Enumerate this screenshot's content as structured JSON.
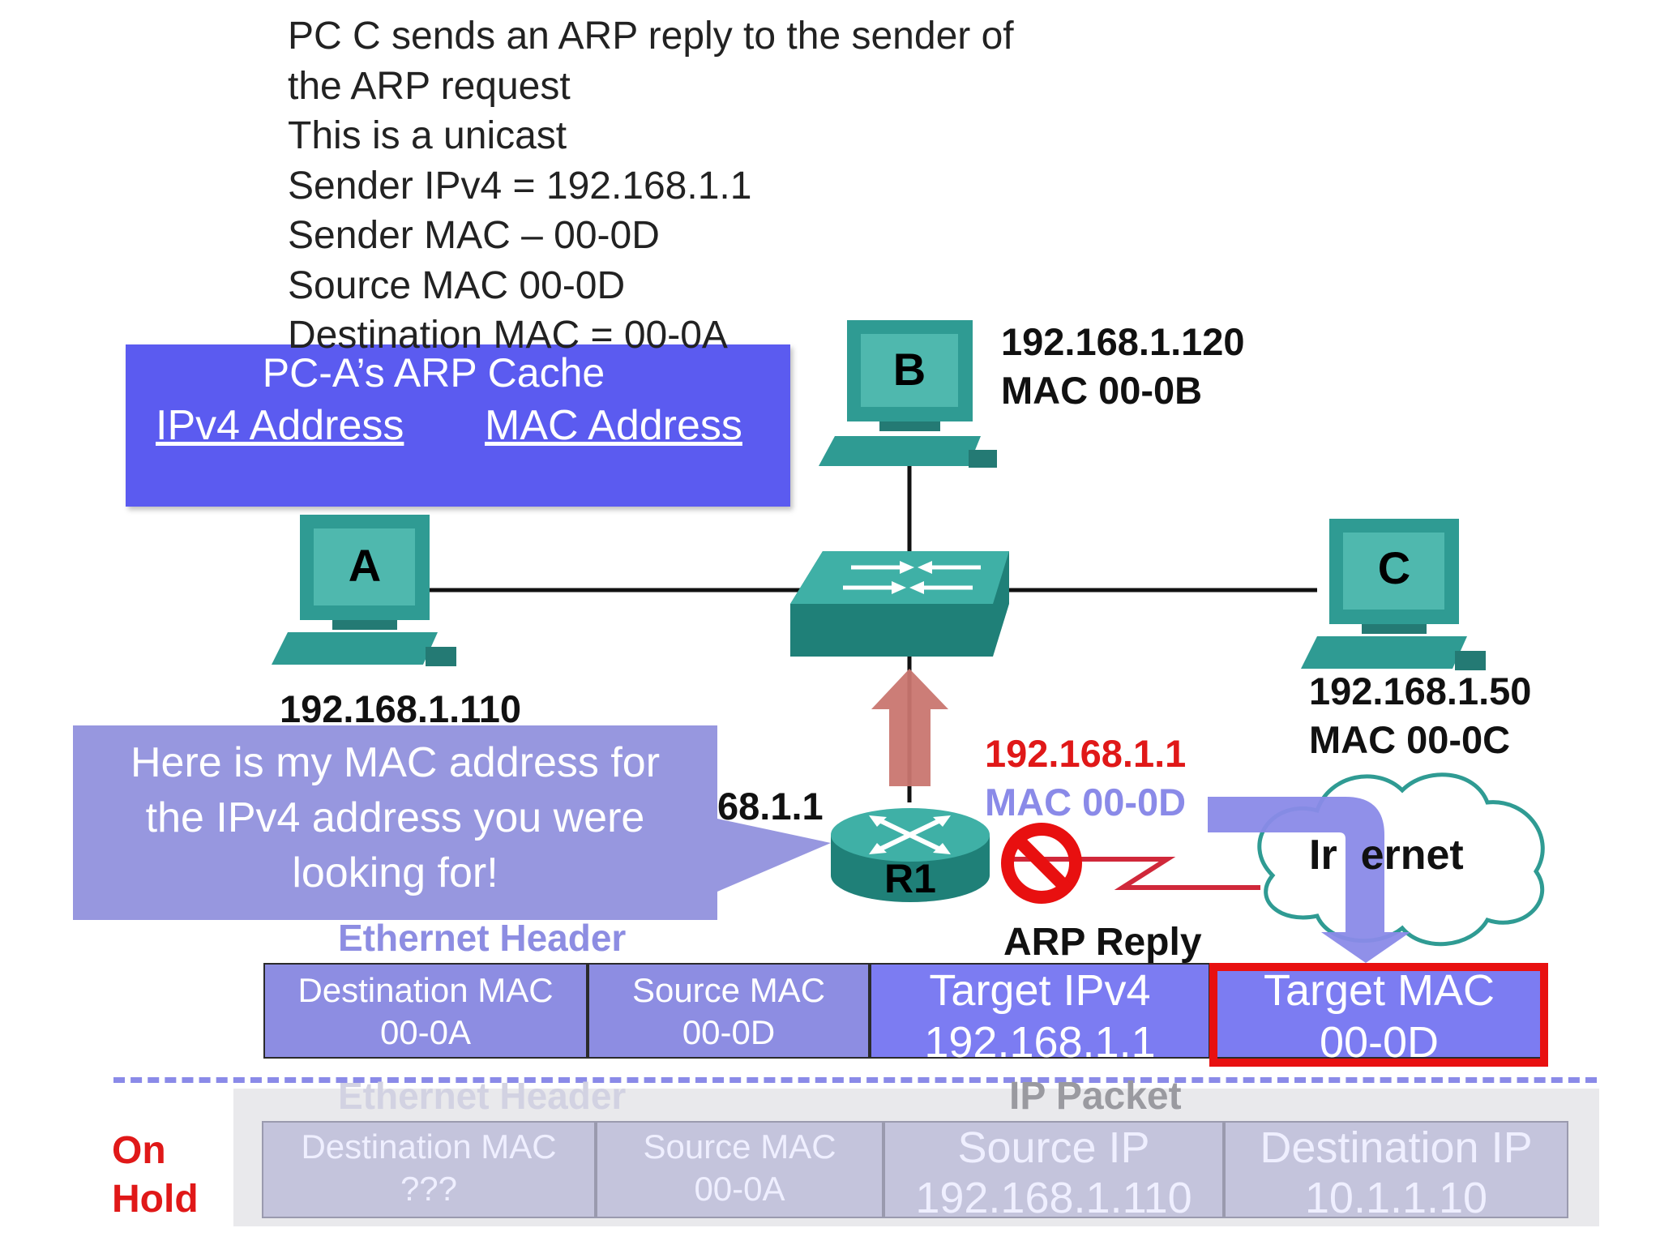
{
  "notes": [
    "PC C sends an ARP reply to the sender of",
    "the ARP request",
    "This is a unicast",
    "Sender IPv4 = 192.168.1.1",
    "Sender MAC – 00-0D",
    "Source MAC 00-0D",
    "Destination MAC = 00-0A"
  ],
  "arp_cache": {
    "title": "PC-A’s ARP Cache",
    "col_ip": "IPv4 Address",
    "col_mac": "MAC Address"
  },
  "hosts": {
    "a": {
      "name": "A",
      "ip": "192.168.1.110"
    },
    "b": {
      "name": "B",
      "ip": "192.168.1.120",
      "mac": "MAC 00-0B"
    },
    "c": {
      "name": "C",
      "ip": "192.168.1.50",
      "mac": "MAC 00-0C"
    }
  },
  "router": {
    "name": "R1",
    "ip_partial": "68.1.1",
    "gw_ip": "192.168.1.1",
    "gw_mac": "MAC 00-0D"
  },
  "cloud_label": "Ir  ernet",
  "speech": [
    "Here is my MAC address for",
    "the IPv4 address you were",
    "looking for!"
  ],
  "arp_reply_frame": {
    "eth_header_label": "Ethernet Header",
    "arp_label": "ARP Reply",
    "cells": [
      {
        "label": "Destination  MAC",
        "value": "00-0A"
      },
      {
        "label": "Source MAC",
        "value": "00-0D"
      },
      {
        "label": "Target IPv4",
        "value": "192.168.1.1"
      },
      {
        "label": "Target MAC",
        "value": "00-0D"
      }
    ]
  },
  "on_hold": {
    "label_line1": "On",
    "label_line2": "Hold",
    "eth_header_label": "Ethernet Header",
    "ip_label": "IP Packet",
    "cells": [
      {
        "label": "Destination  MAC",
        "value": "???"
      },
      {
        "label": "Source MAC",
        "value": "00-0A"
      },
      {
        "label": "Source IP",
        "value": "192.168.1.110"
      },
      {
        "label": "Destination IP",
        "value": "10.1.1.10"
      }
    ]
  },
  "colors": {
    "teal": "#2f9b93",
    "cache_blue": "#5b5bf0",
    "speech_purple": "#8e8edc",
    "highlight_red": "#e81010",
    "gw_red": "#e01818"
  }
}
